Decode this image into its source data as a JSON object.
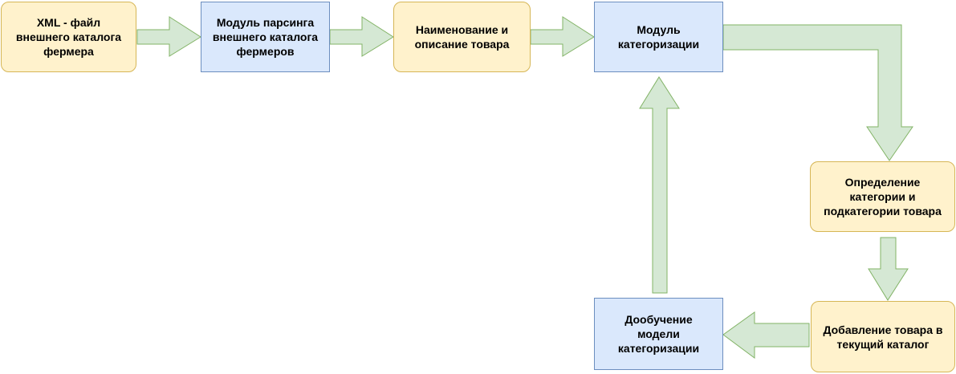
{
  "diagram": {
    "colors": {
      "yellow_fill": "#fff2cc",
      "yellow_stroke": "#d6b656",
      "blue_fill": "#dae8fc",
      "blue_stroke": "#6c8ebf",
      "arrow_fill": "#d5e8d4",
      "arrow_stroke": "#82b366"
    },
    "nodes": {
      "xml_file": {
        "label": "XML - файл\nвнешнего каталога\nфермера",
        "style": "yellow"
      },
      "parser": {
        "label": "Модуль парсинга\nвнешнего каталога\nфермеров",
        "style": "blue"
      },
      "name_desc": {
        "label": "Наименование и\nописание товара",
        "style": "yellow"
      },
      "categorization": {
        "label": "Модуль\nкатегоризации",
        "style": "blue"
      },
      "category_def": {
        "label": "Определение\nкатегории и\nподкатегории товара",
        "style": "yellow"
      },
      "add_product": {
        "label": "Добавление товара в\nтекущий каталог",
        "style": "yellow"
      },
      "retrain": {
        "label": "Дообучение\nмодели\nкатегоризации",
        "style": "blue"
      }
    }
  }
}
